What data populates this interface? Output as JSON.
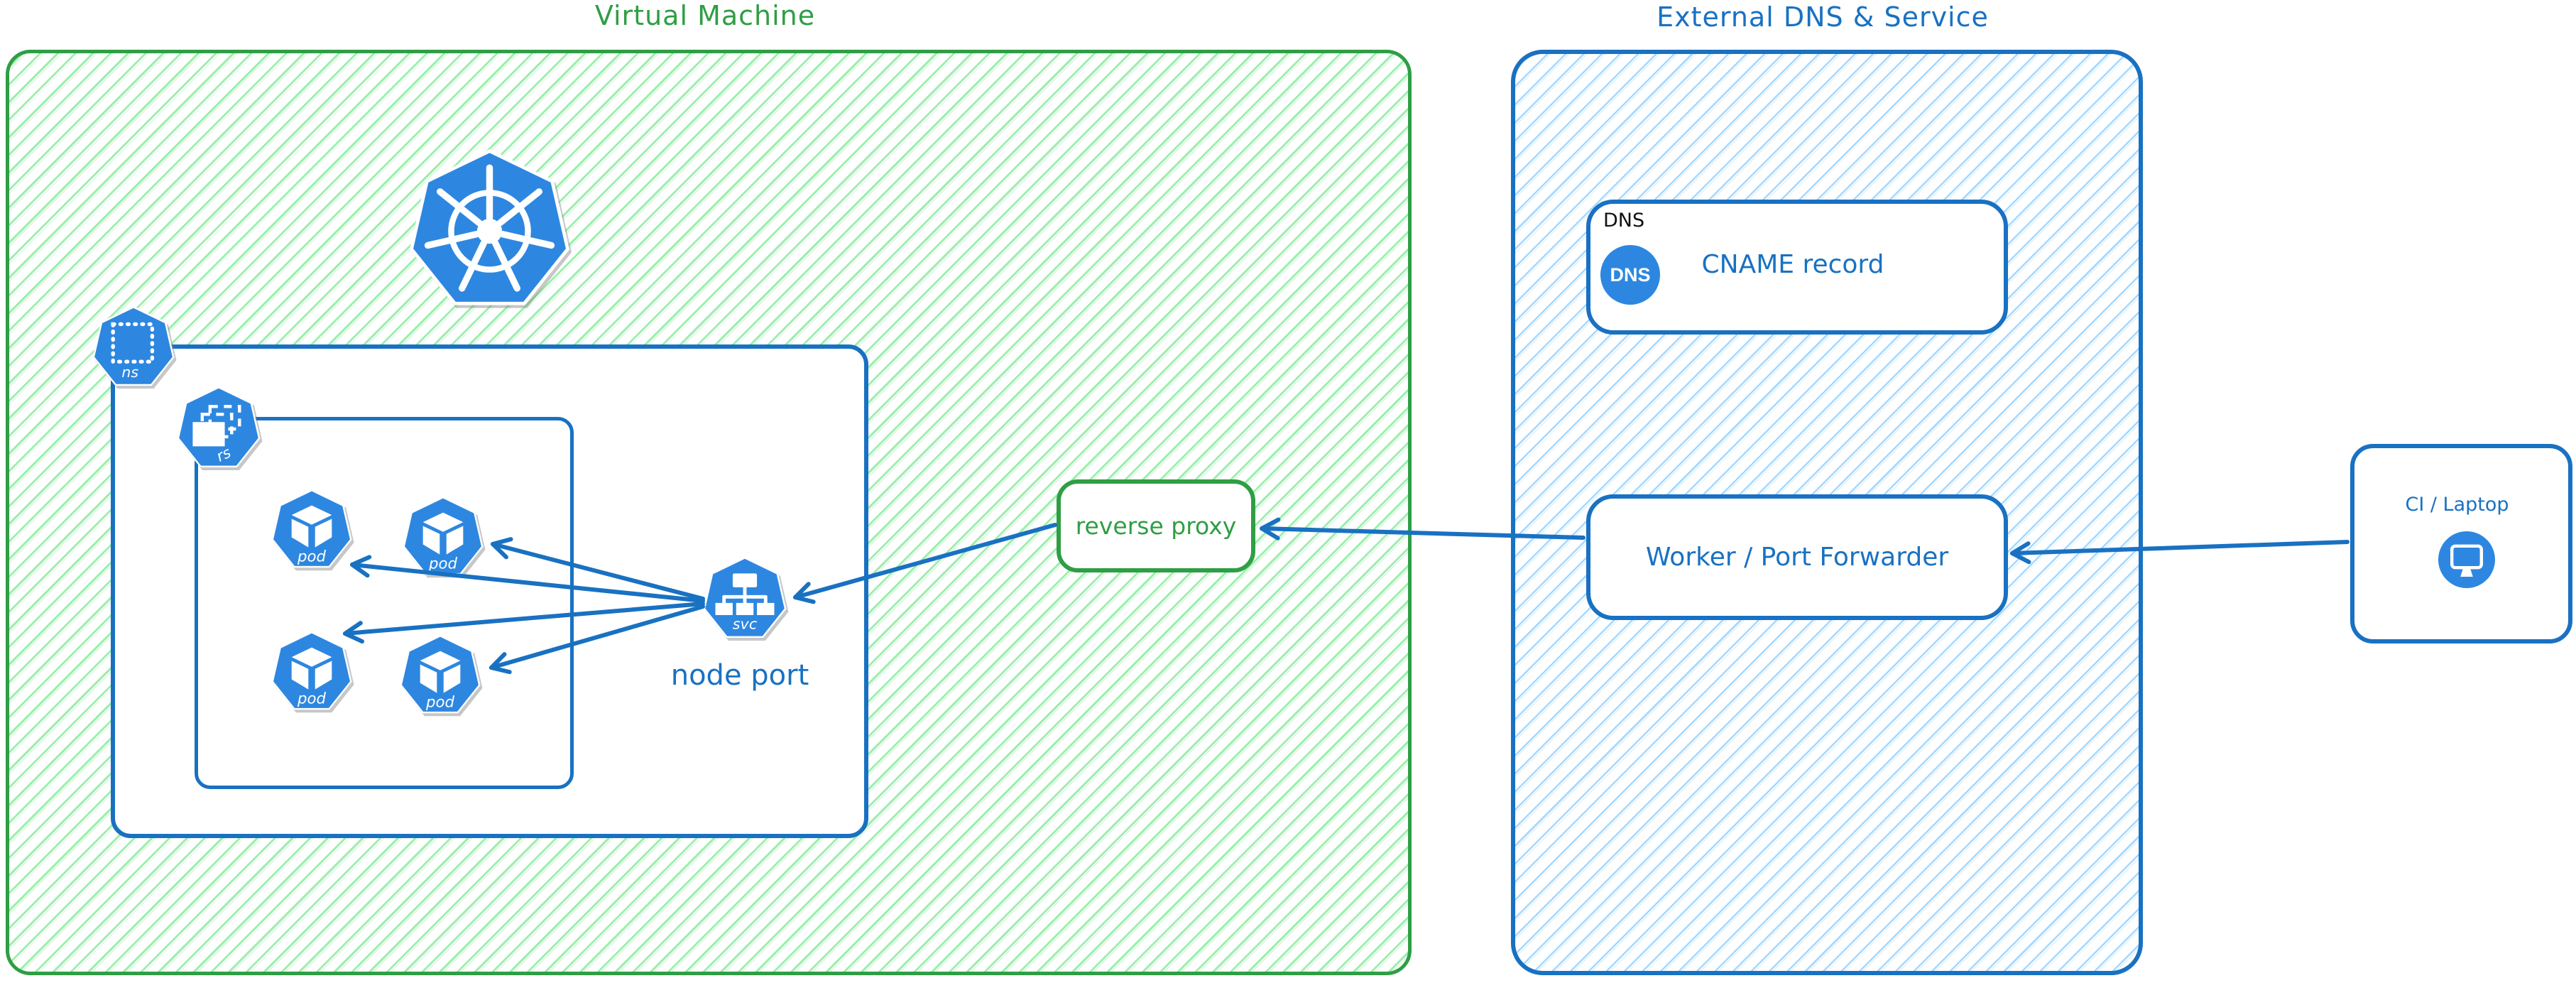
{
  "vm": {
    "title": "Virtual Machine"
  },
  "external": {
    "title": "External DNS & Service"
  },
  "dns": {
    "tag": "DNS",
    "badge": "DNS",
    "label": "CNAME record"
  },
  "worker": {
    "label": "Worker / Port Forwarder"
  },
  "reverse_proxy": {
    "label": "reverse proxy"
  },
  "ci": {
    "label": "CI / Laptop"
  },
  "kubernetes": {
    "namespace": "ns",
    "replicaset": "rs",
    "pod": "pod",
    "service": "svc",
    "node_port": "node port"
  },
  "colors": {
    "green_border": "#2f9e44",
    "green_hatch": "#9deeae",
    "blue_border": "#1971c2",
    "blue_hatch": "#a5d8ff",
    "icon_blue": "#2d87e0",
    "dns_tag_black": "#111111",
    "background": "#ffffff"
  }
}
